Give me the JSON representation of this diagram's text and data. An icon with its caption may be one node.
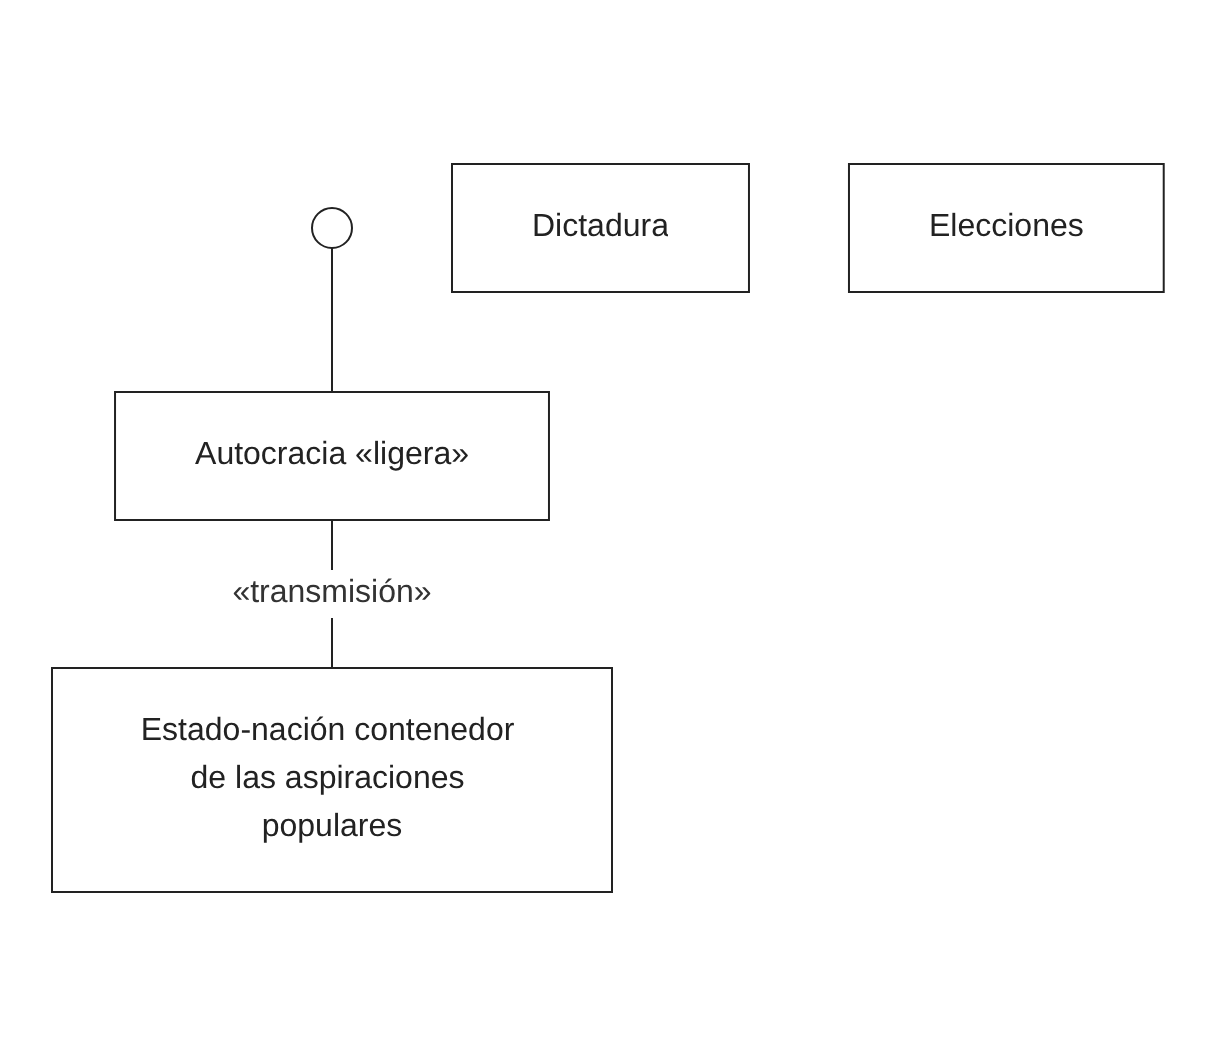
{
  "diagram": {
    "nodes": [
      {
        "text": [],
        "shape": "circle"
      },
      {
        "text": [
          "Dictadura"
        ]
      },
      {
        "text": [
          "Autocracia «ligera»"
        ]
      },
      {
        "text": [
          "Elecciones"
        ]
      },
      {
        "text": [
          "Estado-nación contenedor de las aspiraciones populares"
        ]
      }
    ],
    "edges": [
      {
        "from": 0,
        "to": 2,
        "arrow": "none"
      },
      {
        "from": 2,
        "to": 4,
        "arrow": "none",
        "label": "«transmisión»"
      }
    ]
  }
}
